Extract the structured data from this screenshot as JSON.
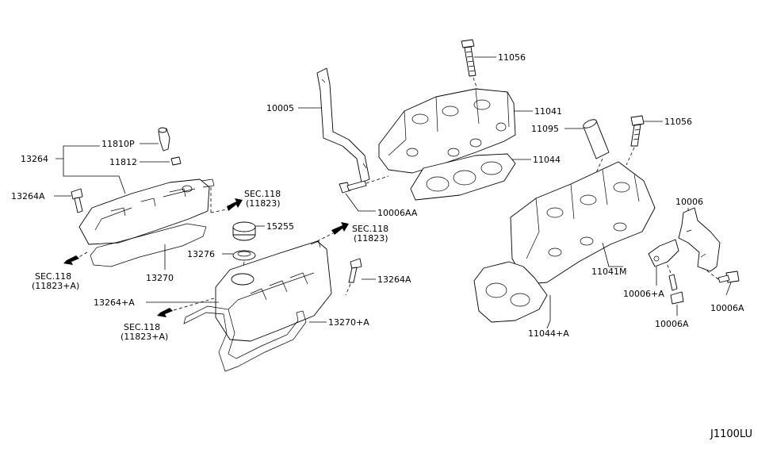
{
  "diagram_id": "J1100LU",
  "labels": {
    "p11056a": "11056",
    "p11041": "11041",
    "p10005": "10005",
    "p11095": "11095",
    "p11056b": "11056",
    "p11044": "11044",
    "p11810p": "11810P",
    "p13264": "13264",
    "p11812": "11812",
    "p13264a_left": "13264A",
    "sec118_top_a": "SEC.118",
    "sec118_top_b": "(11823)",
    "p10006aa": "10006AA",
    "p10006": "10006",
    "p15255": "15255",
    "sec118_mid_a": "SEC.118",
    "sec118_mid_b": "(11823)",
    "p13276": "13276",
    "sec118_left_a": "SEC.118",
    "sec118_left_b": "(11823+A)",
    "p13270": "13270",
    "p13264a_right": "13264A",
    "p11041m": "11041M",
    "p10006_plus_a": "10006+A",
    "p13264_plus_a": "13264+A",
    "p10006a_lower": "10006A",
    "p10006a_right": "10006A",
    "sec118_bot_a": "SEC.118",
    "sec118_bot_b": "(11823+A)",
    "p13270_plus_a": "13270+A",
    "p11044_plus_a": "11044+A"
  }
}
